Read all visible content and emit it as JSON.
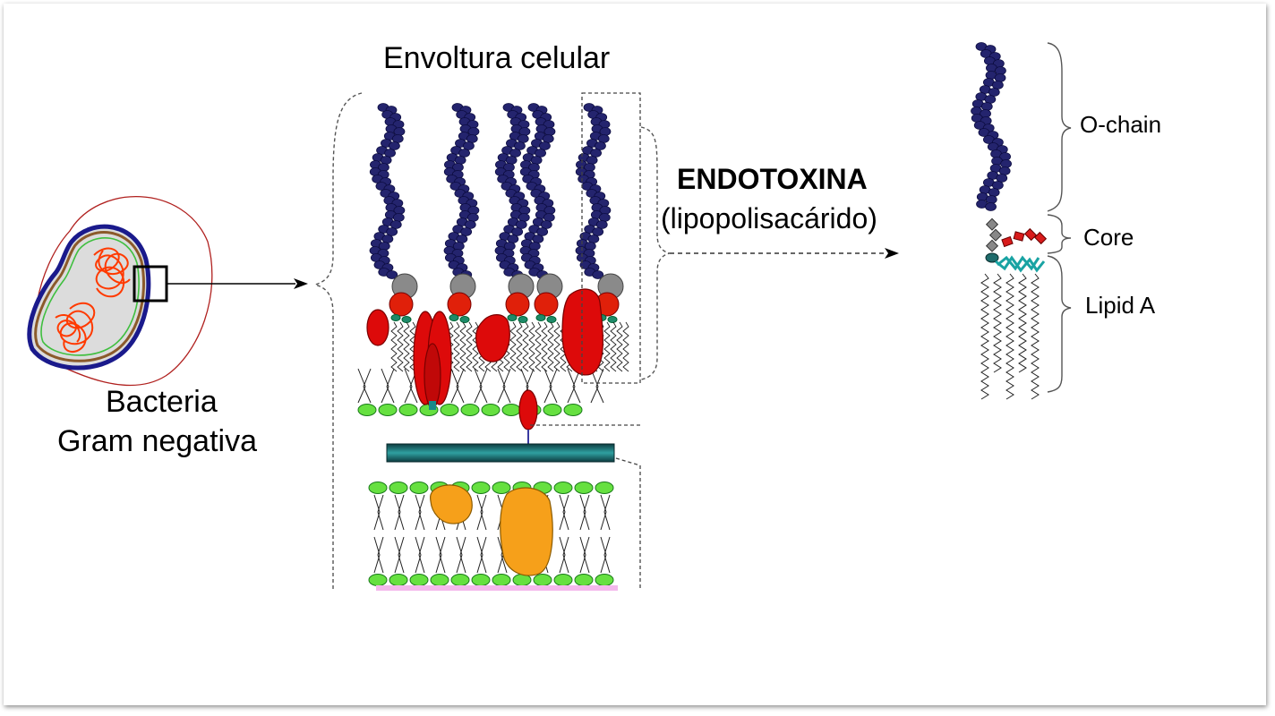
{
  "labels": {
    "envelope": "Envoltura celular",
    "endotoxin": "ENDOTOXINA",
    "lps": "(lipopolisacárido)",
    "bacteria_line1": "Bacteria",
    "bacteria_line2": "Gram negativa",
    "o_chain": "O-chain",
    "core": "Core",
    "lipid_a": "Lipid A"
  },
  "colors": {
    "o_antigen": "#24246e",
    "core_gray": "#808080",
    "core_red": "#e0200a",
    "protein_red": "#dd0a0a",
    "lipid_head_green": "#66e040",
    "peptidoglycan": "#0e4b50",
    "protein_orange": "#f6a01a",
    "lipid_a_teal": "#19a3a3",
    "bacteria_outline": "#1a1a8c",
    "dna": "#ff3a00"
  }
}
